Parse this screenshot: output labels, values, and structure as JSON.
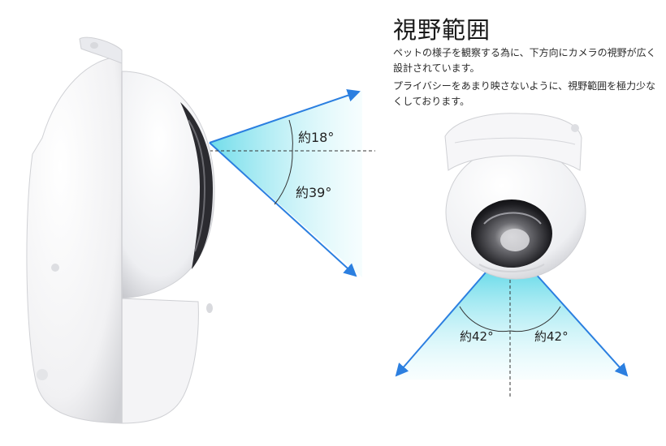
{
  "section": {
    "title": "視野範囲",
    "paragraphs": [
      "ペットの様子を観察する為に、下方向にカメラの視野が広く設計されています。",
      "プライバシーをあまり映さないように、視野範囲を極力少なくしております。"
    ]
  },
  "side_view": {
    "upper_angle_label": "約18°",
    "lower_angle_label": "約39°"
  },
  "front_view": {
    "left_angle_label": "約42°",
    "right_angle_label": "約42°"
  },
  "colors": {
    "cone_inner": "#7fe3ef",
    "cone_outer": "#e8fbfd",
    "arrow": "#2b7fe0",
    "camera_body": "#ffffff"
  }
}
